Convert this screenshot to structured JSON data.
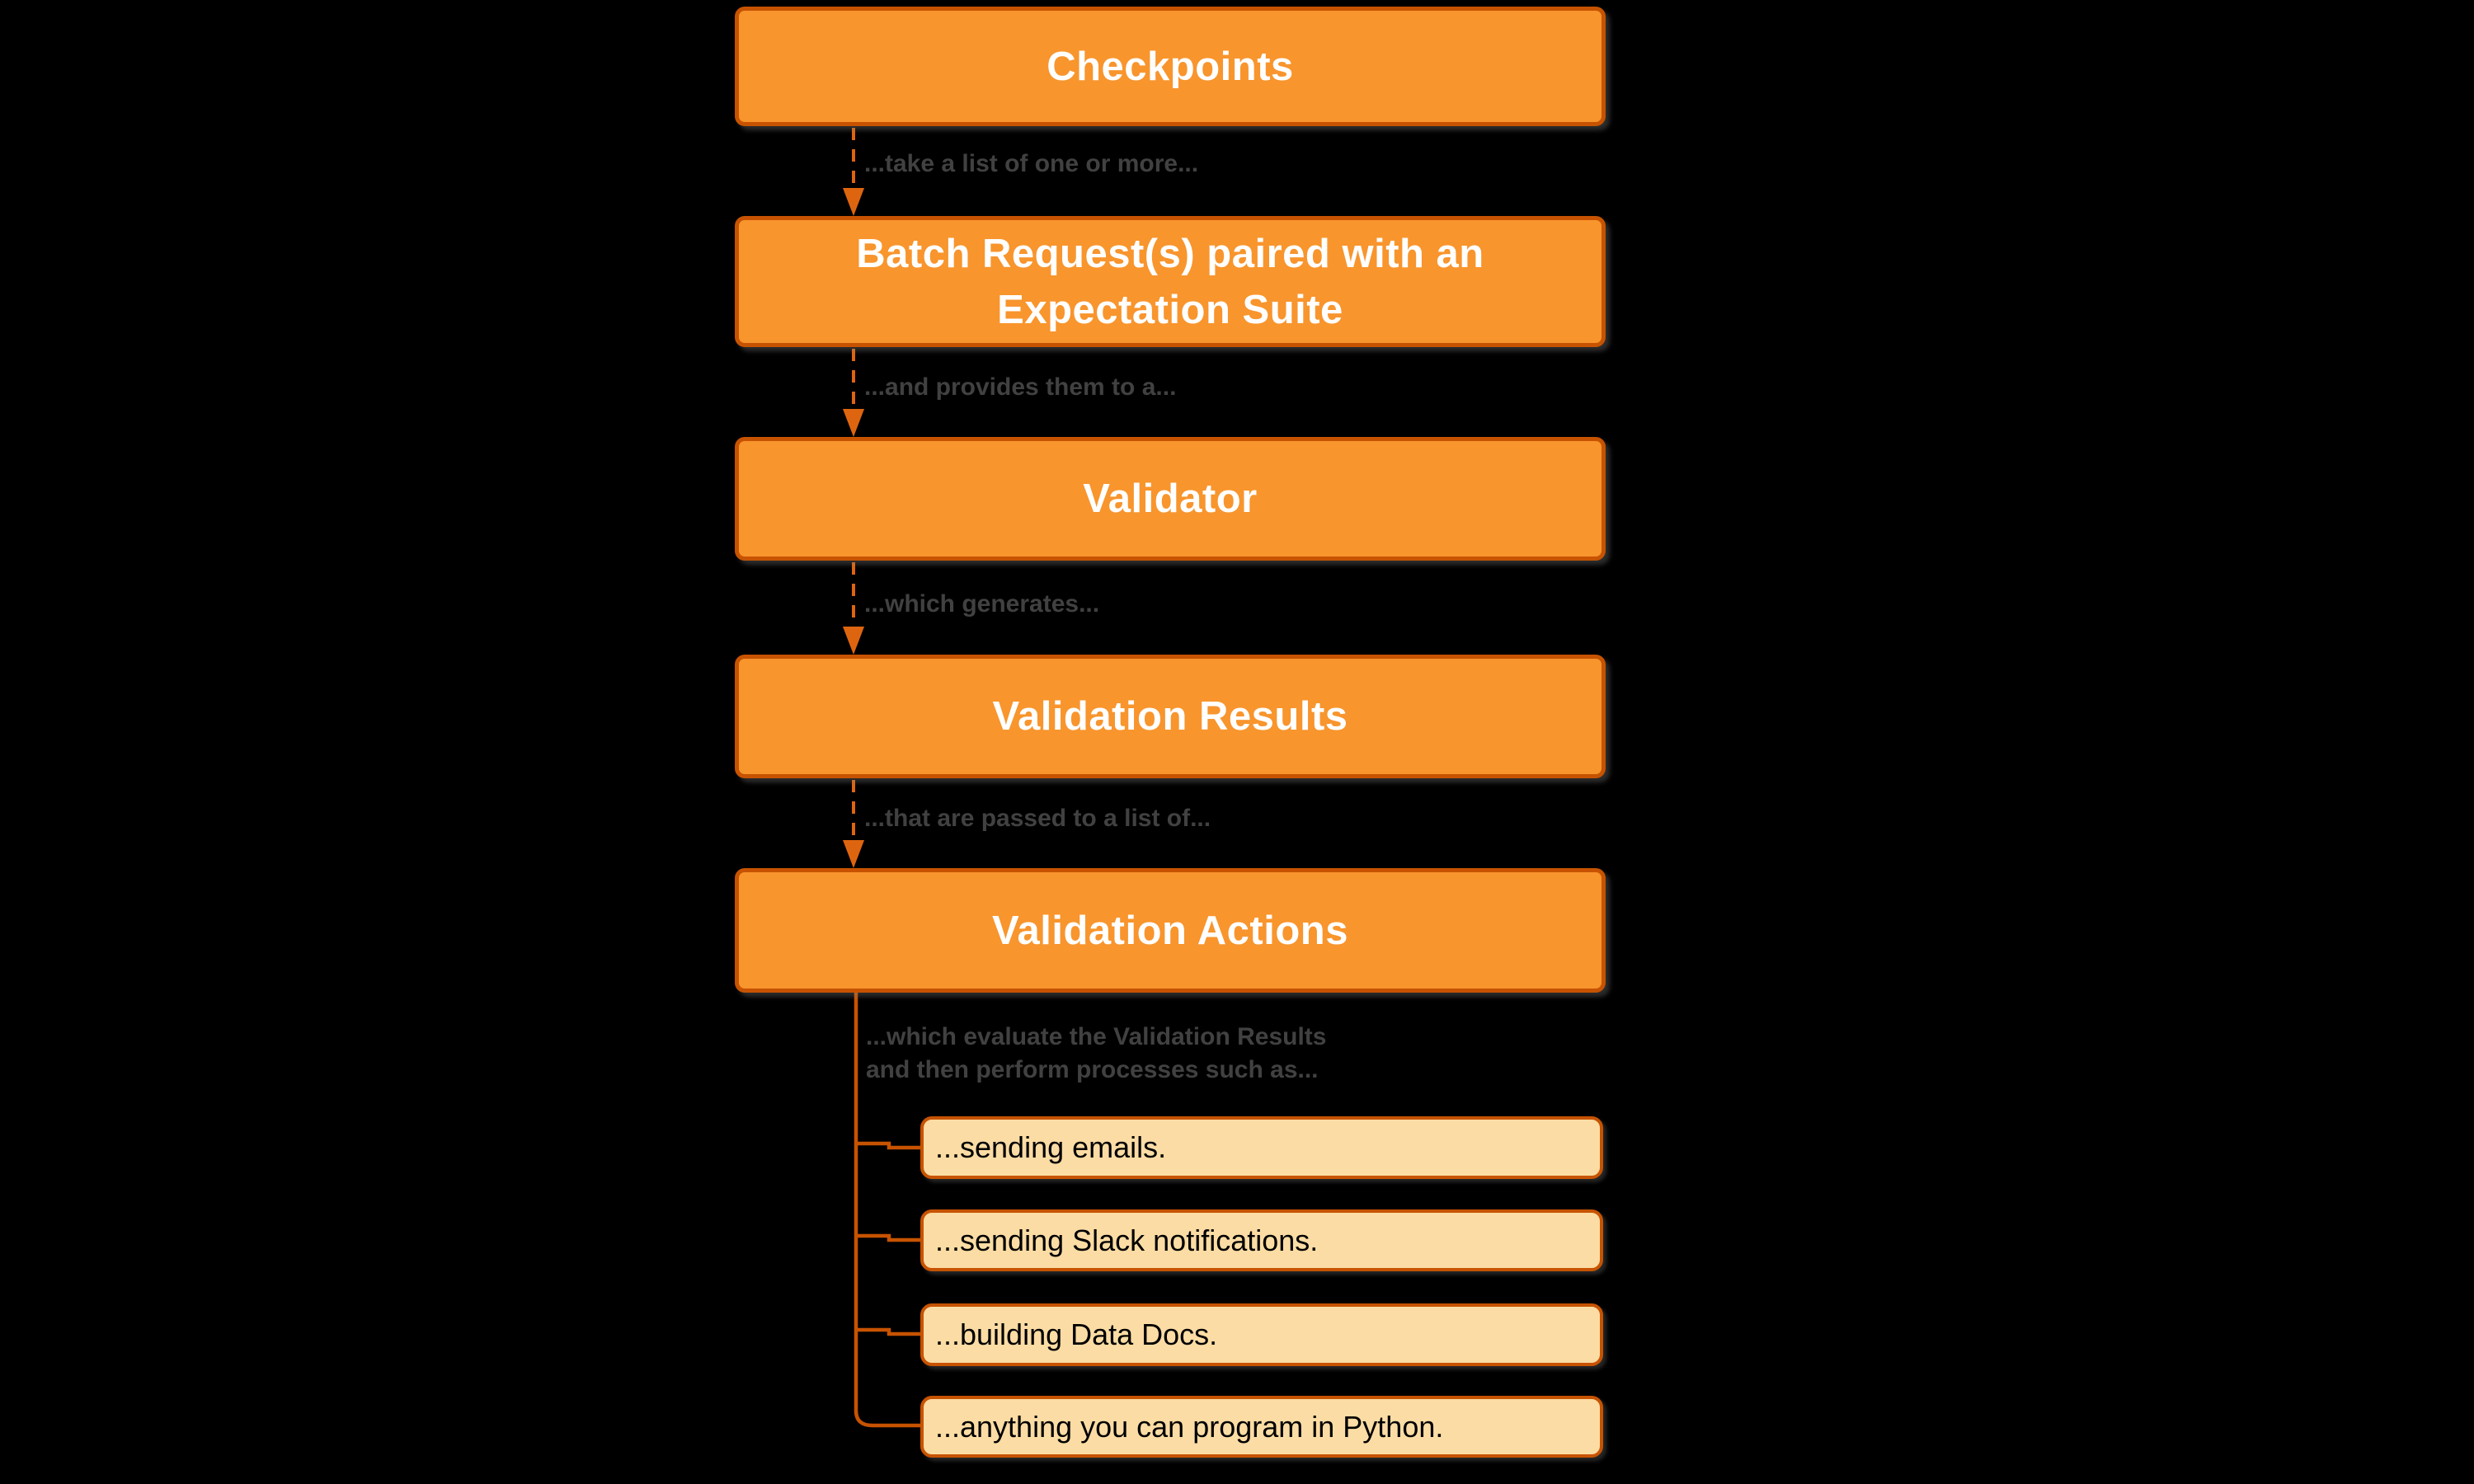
{
  "diagram": {
    "nodes": [
      {
        "id": "checkpoints",
        "label": "Checkpoints"
      },
      {
        "id": "batch-request",
        "label": "Batch Request(s) paired with an\nExpectation Suite"
      },
      {
        "id": "validator",
        "label": "Validator"
      },
      {
        "id": "validation-results",
        "label": "Validation Results"
      },
      {
        "id": "validation-actions",
        "label": "Validation Actions"
      }
    ],
    "edge_labels": [
      {
        "text": "...take a list of one or more..."
      },
      {
        "text": "...and provides them to a..."
      },
      {
        "text": "...which generates..."
      },
      {
        "text": "...that are passed to a list of..."
      }
    ],
    "branch_label": "...which evaluate the Validation Results\nand then perform processes such as...",
    "actions": [
      {
        "label": "...sending emails."
      },
      {
        "label": "...sending Slack notifications."
      },
      {
        "label": "...building Data Docs."
      },
      {
        "label": "...anything you can program in Python."
      }
    ],
    "colors": {
      "background": "#000000",
      "node_fill": "#F8952D",
      "node_border": "#C75300",
      "node_text": "#FFFFFF",
      "action_fill": "#FBDCA4",
      "action_border": "#C75300",
      "action_text": "#000000",
      "connector": "#C75300",
      "arrow": "#DE650F",
      "label_text": "#414141"
    }
  }
}
